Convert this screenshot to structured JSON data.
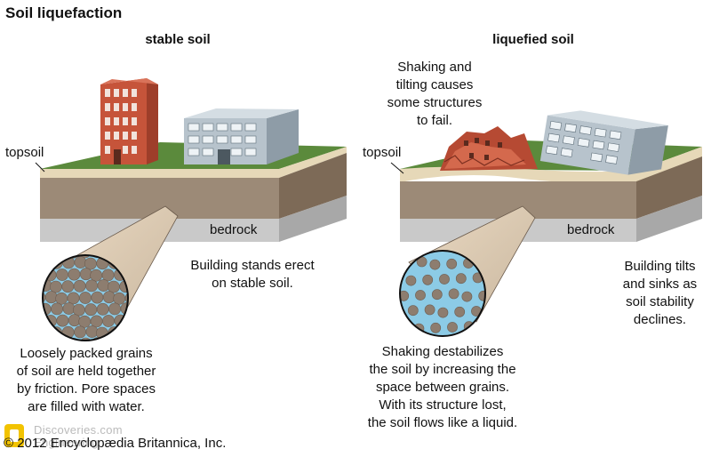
{
  "title": "Soil liquefaction",
  "left": {
    "heading": "stable soil",
    "topsoil_label": "topsoil",
    "bedrock_label": "bedrock",
    "side_caption": "Building stands erect\non stable soil.",
    "grain_caption": "Loosely packed grains\nof soil are held together\nby friction.  Pore spaces\nare filled with water."
  },
  "right": {
    "heading": "liquefied soil",
    "failure_caption": "Shaking and\ntilting causes\nsome structures\nto fail.",
    "topsoil_label": "topsoil",
    "bedrock_label": "bedrock",
    "side_caption": "Building tilts\nand sinks as\nsoil stability\ndeclines.",
    "grain_caption": "Shaking destabilizes\nthe soil by increasing the\nspace between grains.\nWith its structure lost,\nthe soil flows like a liquid."
  },
  "credit": "© 2012 Encyclopædia Britannica, Inc.",
  "watermark": "Discoveries.com\nEngineering",
  "colors": {
    "grass": "#5b8a3c",
    "topsoil": "#e6d8b8",
    "soil_front": "#9c8a77",
    "soil_side": "#7d6a57",
    "bedrock_front": "#c9c9c9",
    "bedrock_side": "#a8a8a8",
    "water": "#8ccbe6",
    "grain": "#8d7d6f",
    "brick": "#c6543a",
    "concrete": "#b7c3cc"
  }
}
